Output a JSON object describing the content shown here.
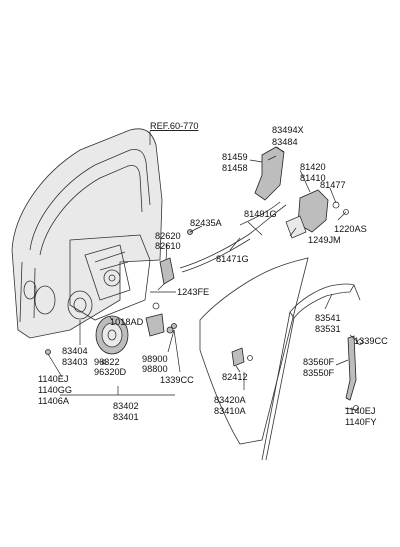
{
  "labels": {
    "ref": "REF.60-770",
    "p83494x": "83494X",
    "p83484": "83484",
    "p81459": "81459",
    "p81458": "81458",
    "p81420": "81420",
    "p81410": "81410",
    "p81477": "81477",
    "p81491g": "81491G",
    "p82435a": "82435A",
    "p1220as": "1220AS",
    "p82620": "82620",
    "p82610": "82610",
    "p1249jm": "1249JM",
    "p81471g": "81471G",
    "p1243fe": "1243FE",
    "p83541": "83541",
    "p83531": "83531",
    "p1018ad": "1018AD",
    "p83404": "83404",
    "p83403": "83403",
    "p96322": "96322",
    "p96320d": "96320D",
    "p98900": "98900",
    "p98800": "98800",
    "p1339cc_l": "1339CC",
    "p1140ej_l": "1140EJ",
    "p1140gg": "1140GG",
    "p11406a": "11406A",
    "p83402": "83402",
    "p83401": "83401",
    "p82412": "82412",
    "p83420a": "83420A",
    "p83410a": "83410A",
    "p1339cc_r": "1339CC",
    "p83560f": "83560F",
    "p83550f": "83550F",
    "p1140ej_r": "1140EJ",
    "p1140fy": "1140FY"
  }
}
